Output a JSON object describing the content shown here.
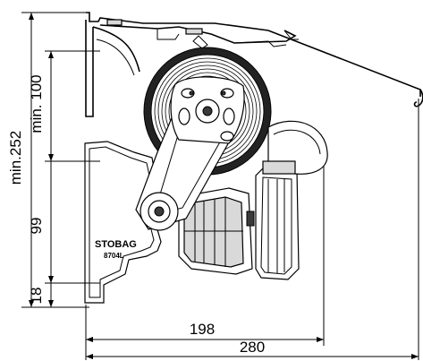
{
  "dimensions": {
    "min_total_height": "min.252",
    "min_bracket_height": "min. 100",
    "bracket_height": "99",
    "base_offset": "18",
    "inner_projection": "198",
    "total_projection": "280"
  },
  "product_label": {
    "brand": "STOBAG",
    "model": "8704L"
  }
}
